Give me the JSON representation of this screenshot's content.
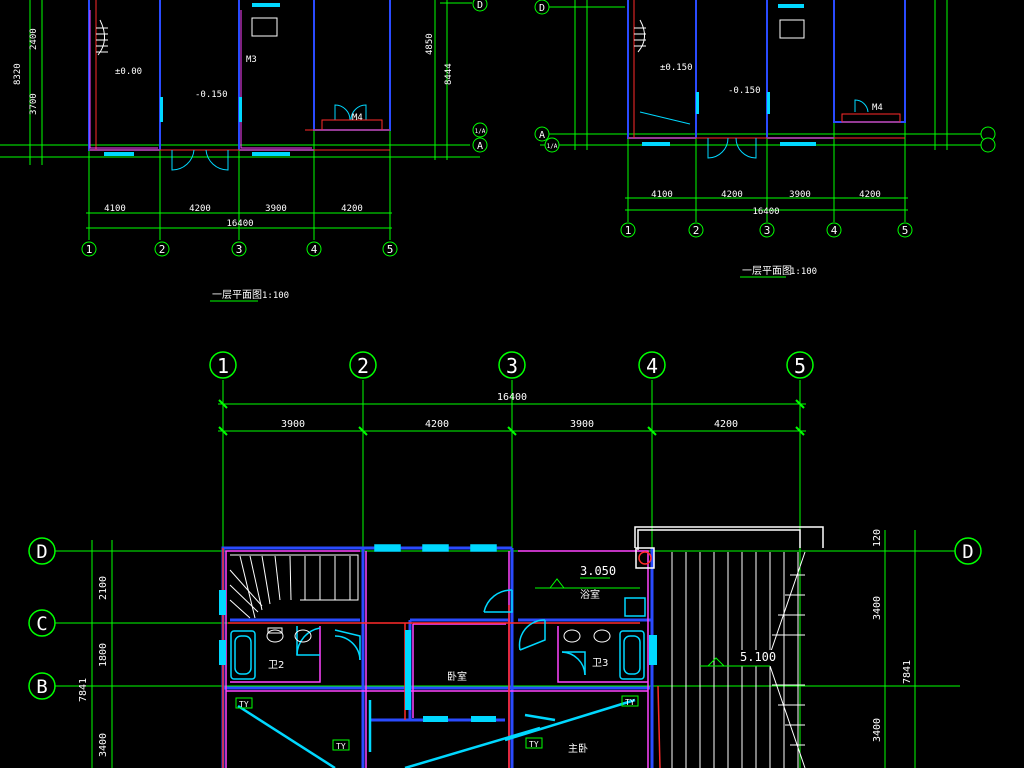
{
  "plan_upper_left": {
    "title": "一层平面图",
    "scale": "1:100",
    "dims_bottom": [
      "4100",
      "4200",
      "3900",
      "4200"
    ],
    "total": "16400",
    "axis_numbers": [
      "1",
      "2",
      "3",
      "4",
      "5"
    ],
    "axis_letters": [
      "D",
      "A",
      "1/A"
    ],
    "side_dims": [
      "2400",
      "3700",
      "8320",
      "4850",
      "8444"
    ],
    "door": "M4",
    "door2": "M3",
    "elev1": "±0.00",
    "elev2": "-0.150"
  },
  "plan_upper_right": {
    "title": "一层平面图",
    "scale": "1:100",
    "dims_bottom": [
      "4100",
      "4200",
      "3900",
      "4200"
    ],
    "total": "16400",
    "axis_numbers": [
      "1",
      "2",
      "3",
      "4",
      "5"
    ],
    "axis_letters": [
      "D",
      "A",
      "1/A"
    ],
    "door": "M4",
    "elev1": "±0.150",
    "elev2": "-0.150"
  },
  "plan_main": {
    "axis_numbers": [
      "1",
      "2",
      "3",
      "4",
      "5"
    ],
    "total": "16400",
    "dims_top": [
      "3900",
      "4200",
      "3900",
      "4200"
    ],
    "axis_letters": [
      "D",
      "C",
      "B"
    ],
    "left_dims": [
      "2100",
      "1800",
      "7841",
      "3400"
    ],
    "right_dims": [
      "120",
      "3400",
      "7841",
      "3400"
    ],
    "elev_a": "3.050",
    "elev_b": "5.100",
    "room_w2": "卫2",
    "room_w3": "卫3",
    "room_bath": "浴室",
    "room_wo": "卧室",
    "room_chu": "主卧",
    "ty": "TY"
  }
}
